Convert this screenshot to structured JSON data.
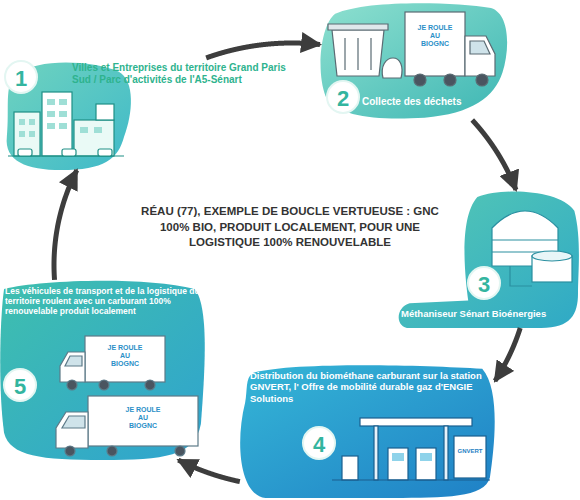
{
  "diagram": {
    "title": "RÉAU (77), EXEMPLE DE BOUCLE VERTUEUSE : GNC 100% BIO, PRODUIT LOCALEMENT, POUR UNE LOGISTIQUE 100% RENOUVELABLE",
    "nodes": [
      {
        "text": [
          "1",
          "Villes et Entreprises du territoire Grand Paris Sud / Parc d'activités de l'A5-Sénart"
        ]
      },
      {
        "text": [
          "2",
          "Collecte des déchets"
        ]
      },
      {
        "text": [
          "3",
          "Méthaniseur Sénart Bioénergies"
        ]
      },
      {
        "text": [
          "4",
          "Distribution du biométhane carburant sur la station GNVERT, l' Offre de mobilité durable gaz d'ENGIE Solutions"
        ]
      },
      {
        "text": [
          "5",
          "Les véhicules de transport et de la logistique du territoire roulent avec un carburant 100% renouvelable produit localement"
        ]
      }
    ],
    "edges": [
      {
        "from": 0,
        "to": 1,
        "arrow": "to"
      },
      {
        "from": 1,
        "to": 2,
        "arrow": "to"
      },
      {
        "from": 2,
        "to": 3,
        "arrow": "to"
      },
      {
        "from": 3,
        "to": 4,
        "arrow": "to"
      },
      {
        "from": 4,
        "to": 0,
        "arrow": "to"
      }
    ],
    "labels": [
      "JE ROULE AU BIOGNC",
      "JE ROULE AU BIOGNC",
      "JE ROULE AU BIOGNC",
      "GNVERT"
    ]
  }
}
